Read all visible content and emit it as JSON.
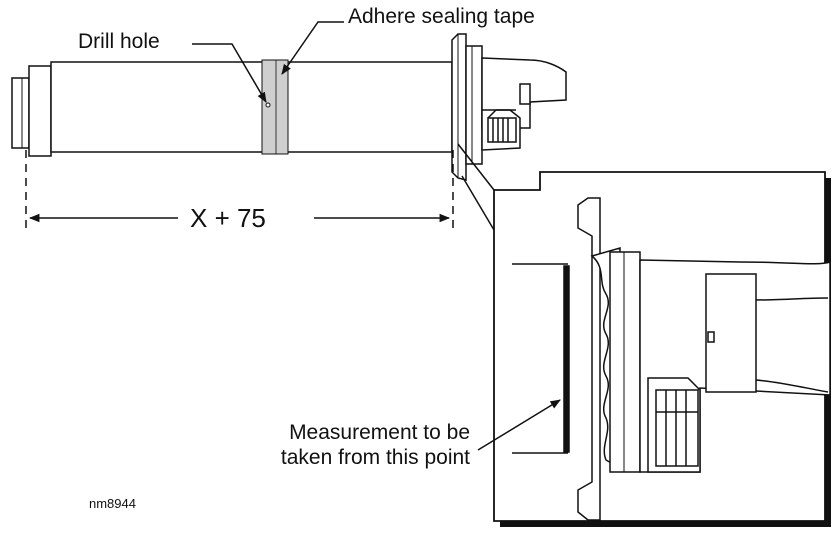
{
  "labels": {
    "drill_hole": "Drill hole",
    "adhere_tape": "Adhere sealing tape",
    "dimension": "X + 75",
    "measurement_line1": "Measurement to be",
    "measurement_line2": "taken from this point",
    "figure_code": "nm8944"
  },
  "colors": {
    "line": "#111111",
    "sealing_tape": "#cfcfcf",
    "background": "#ffffff"
  }
}
